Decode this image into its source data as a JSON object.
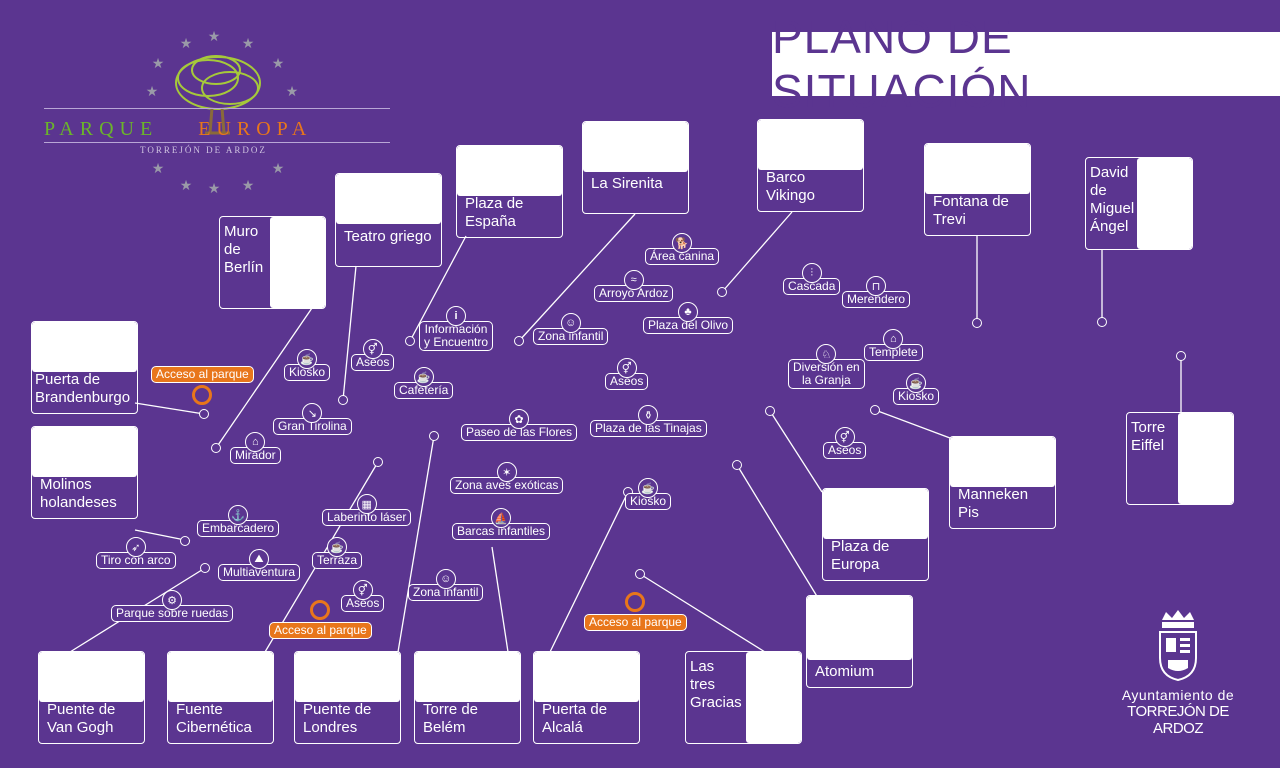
{
  "title": "PLANO DE SITUACIÓN",
  "logo": {
    "word_left": "PARQUE",
    "word_right": "EUROPA",
    "subtitle": "TORREJÓN DE ARDOZ",
    "star_icon": "★"
  },
  "footer": {
    "line1": "Ayuntamiento de",
    "line2": "TORREJÓN DE ARDOZ",
    "icon": "coat-of-arms"
  },
  "monuments": {
    "muro_berlin": "Muro\nde\nBerlín",
    "teatro_griego": "Teatro griego",
    "plaza_espana": "Plaza de\nEspaña",
    "la_sirenita": "La Sirenita",
    "barco_vikingo": "Barco\nVikingo",
    "fontana_trevi": "Fontana de\nTrevi",
    "david_miguel_angel": "David\nde\nMiguel\nÁngel",
    "puerta_brandenburgo": "Puerta de\nBrandenburgo",
    "molinos_holandeses": "Molinos\nholandeses",
    "torre_eiffel": "Torre\nEiffel",
    "manneken_pis": "Manneken\nPis",
    "plaza_europa": "Plaza de\nEuropa",
    "atomium": "Atomium",
    "puente_van_gogh": "Puente de\nVan Gogh",
    "fuente_cibernetica": "Fuente\nCibernética",
    "puente_londres": "Puente de\nLondres",
    "torre_belem": "Torre de\nBelém",
    "puerta_alcala": "Puerta de\nAlcalá",
    "tres_gracias": "Las\ntres\nGracias"
  },
  "services": {
    "area_canina": "Área canina",
    "arroyo_ardoz": "Arroyo Ardoz",
    "plaza_olivo": "Plaza del Olivo",
    "zona_infantil_1": "Zona infantil",
    "informacion": "Información\ny Encuentro",
    "aseos_1": "Aseos",
    "cafeteria": "Cafetería",
    "kiosko_1": "Kiosko",
    "gran_tirolina": "Gran Tirolina",
    "mirador": "Mirador",
    "aseos_2": "Aseos",
    "plaza_tinajas": "Plaza de las Tinajas",
    "paseo_flores": "Paseo de las Flores",
    "zona_aves": "Zona aves exóticas",
    "kiosko_2": "Kiosko",
    "barcas": "Barcas infantiles",
    "laberinto": "Laberinto láser",
    "embarcadero": "Embarcadero",
    "tiro_arco": "Tiro con arco",
    "multiaventura": "Multiaventura",
    "terraza": "Terraza",
    "parque_ruedas": "Parque sobre ruedas",
    "aseos_3": "Aseos",
    "zona_infantil_2": "Zona infantil",
    "cascada": "Cascada",
    "merendero": "Merendero",
    "templete": "Templete",
    "diversion_granja": "Diversión en\nla Granja",
    "kiosko_3": "Kiosko",
    "aseos_4": "Aseos"
  },
  "accesses": {
    "acceso_1": "Acceso al parque",
    "acceso_2": "Acceso al parque",
    "acceso_3": "Acceso al parque"
  },
  "colors": {
    "background": "#5b3590",
    "accent_orange": "#e8761b",
    "logo_green": "#6bb52a"
  }
}
